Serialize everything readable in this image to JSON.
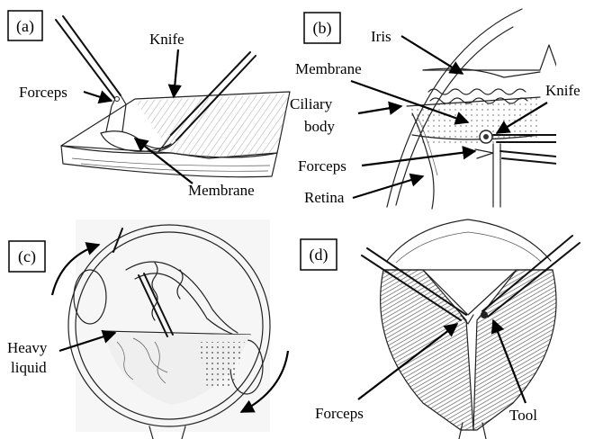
{
  "panels": {
    "a": {
      "tag": "(a)",
      "labels": {
        "knife": "Knife",
        "forceps": "Forceps",
        "membrane": "Membrane"
      }
    },
    "b": {
      "tag": "(b)",
      "labels": {
        "iris": "Iris",
        "membrane": "Membrane",
        "ciliary_line1": "Ciliary",
        "ciliary_line2": "body",
        "knife": "Knife",
        "forceps": "Forceps",
        "retina": "Retina"
      }
    },
    "c": {
      "tag": "(c)",
      "labels": {
        "heavy_line1": "Heavy",
        "heavy_line2": "liquid"
      }
    },
    "d": {
      "tag": "(d)",
      "labels": {
        "forceps": "Forceps",
        "tool": "Tool"
      }
    }
  }
}
